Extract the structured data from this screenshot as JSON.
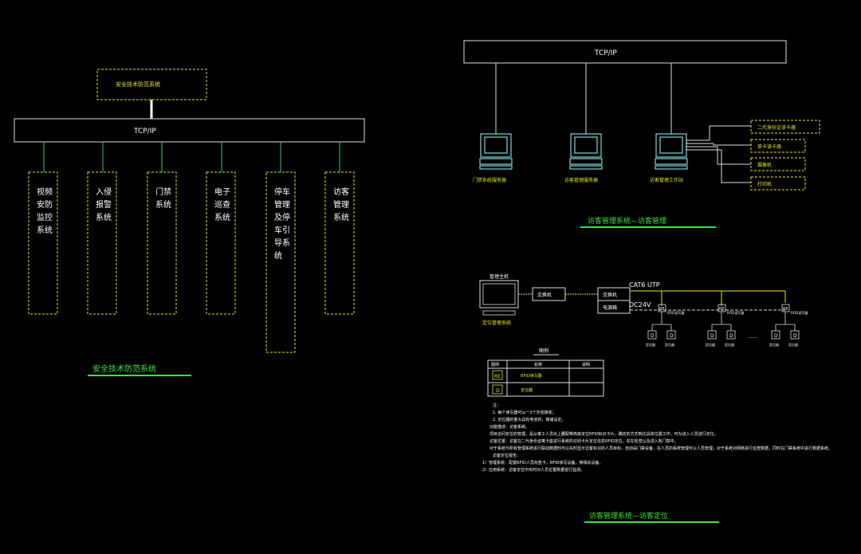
{
  "left": {
    "top_box": "安全技术防范系统",
    "tcp_label": "TCP/IP",
    "subsystems": [
      "视频\n安防\n监控\n系统",
      "入侵\n报警\n系统",
      "门禁\n系统",
      "电子\n巡查\n系统",
      "停车\n管理\n及停\n车引\n导系\n统",
      "访客\n管理\n系统"
    ],
    "caption": "安全技术防范系统"
  },
  "top_right": {
    "tcp_label": "TCP/IP",
    "computers": [
      "门禁系统服务器",
      "访客管理服务器",
      "访客管理工作站"
    ],
    "devices": [
      "二代身份证读卡器",
      "单卡读卡器",
      "摄像机",
      "打印机"
    ],
    "caption": "访客管理系统—访客管理"
  },
  "bottom_right": {
    "host_label": "管理主机",
    "host_sub": "定位管理系统",
    "switch1": "交换机",
    "switch2": "交换机",
    "power": "电源箱",
    "cable1": "CAT6 UTP",
    "cable2": "DC24V",
    "reader_label": "RFID读写器",
    "tag_label": "定位器",
    "tag2_label": "定位器",
    "ellipsis": "……",
    "legend": {
      "title": "图例",
      "headers": [
        "图例",
        "名称",
        "说明"
      ],
      "rows": [
        {
          "symbol": "RE",
          "name": "RFID读写器",
          "note": ""
        },
        {
          "symbol": "D",
          "name": "定位器",
          "note": ""
        }
      ]
    },
    "notes": [
      "注：",
      "1. 每个读写器可以一2个天线接收；",
      "2. 定位器的量大具有电池供，做储设定。",
      "功能描述：访客系统。",
      "项目访问定位的管理，是从某工人员出上腰配带高级定位RFID标识卡片，确定的方式到达具体位置工作，可为进入人员进行定位。",
      "访客位置：访客在二代身份证等卡座进行系统的识别卡片定位信息RFID定位，实在检查以及进入各门禁中。",
      "对于系统与所有管理系统进行联动数据时可以实时显示访客标识的人员目标，自动由门禁设备，在人员的系统管理可以人员管理，对于系统对网络进行巡查数据，同时在门禁系统中进行数据系统。",
      "访客定位报告：",
      "1）管理系统：配置RFID人员标签卡，RFID读写设备，等相关设备。",
      "2）应用系统：访客定位中实时对人员位置数据进行监测。"
    ],
    "caption": "访客管理系统—访客定位"
  }
}
